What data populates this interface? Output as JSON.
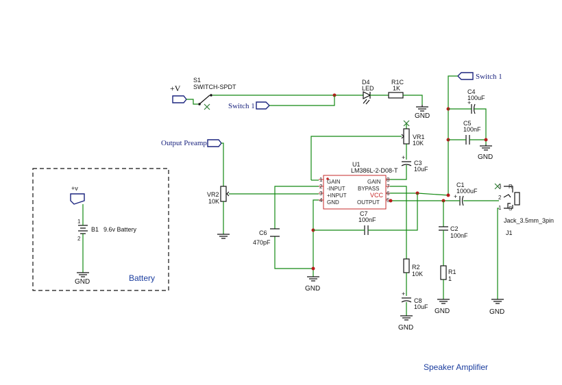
{
  "net_labels": {
    "vplus_top": "+V",
    "vplus_battery": "+v",
    "switch1_mid": "Switch 1",
    "switch1_right": "Switch 1",
    "output_preamp": "Output Preamp"
  },
  "gnd_label": "GND",
  "components": {
    "s1": {
      "ref": "S1",
      "value": "SWITCH-SPDT"
    },
    "d4": {
      "ref": "D4",
      "value": "LED"
    },
    "r1c": {
      "ref": "R1C",
      "value": "1K"
    },
    "c4": {
      "ref": "C4",
      "value": "100uF"
    },
    "c5": {
      "ref": "C5",
      "value": "100nF"
    },
    "vr1": {
      "ref": "VR1",
      "value": "10K"
    },
    "c3": {
      "ref": "C3",
      "value": "10uF"
    },
    "u1": {
      "ref": "U1",
      "value": "LM386L-2-D08-T"
    },
    "vr2": {
      "ref": "VR2",
      "value": "10K"
    },
    "c6": {
      "ref": "C6",
      "value": "470pF"
    },
    "c7": {
      "ref": "C7",
      "value": "100nF"
    },
    "r2": {
      "ref": "R2",
      "value": "10K"
    },
    "c8": {
      "ref": "C8",
      "value": "10uF"
    },
    "c1": {
      "ref": "C1",
      "value": "1000uF"
    },
    "c2": {
      "ref": "C2",
      "value": "100nF"
    },
    "r1": {
      "ref": "R1",
      "value": "1"
    },
    "j1": {
      "ref": "J1",
      "value": "Jack_3.5mm_3pin"
    },
    "b1": {
      "ref": "B1",
      "value": "9.6v Battery"
    }
  },
  "u1_pins": {
    "left": [
      {
        "num": "1",
        "name": "GAIN"
      },
      {
        "num": "2",
        "name": "-INPUT"
      },
      {
        "num": "3",
        "name": "+INPUT"
      },
      {
        "num": "4",
        "name": "GND"
      }
    ],
    "right": [
      {
        "num": "8",
        "name": "GAIN"
      },
      {
        "num": "7",
        "name": "BYPASS"
      },
      {
        "num": "6",
        "name": "VCC"
      },
      {
        "num": "5",
        "name": "OUTPUT"
      }
    ]
  },
  "pin_numbers": {
    "battery_top": "1",
    "battery_bottom": "2",
    "jack_3": "3",
    "jack_2": "2",
    "jack_1": "1",
    "jack_r": "R",
    "jack_s": "S"
  },
  "battery_group_label": "Battery",
  "sheet_title": "Speaker Amplifier",
  "colors": {
    "wire": "#118811",
    "symbol": "#111111",
    "junction": "#b71c1c",
    "net_label_text": "#1a237e",
    "annotation": "#1a3c9e"
  }
}
